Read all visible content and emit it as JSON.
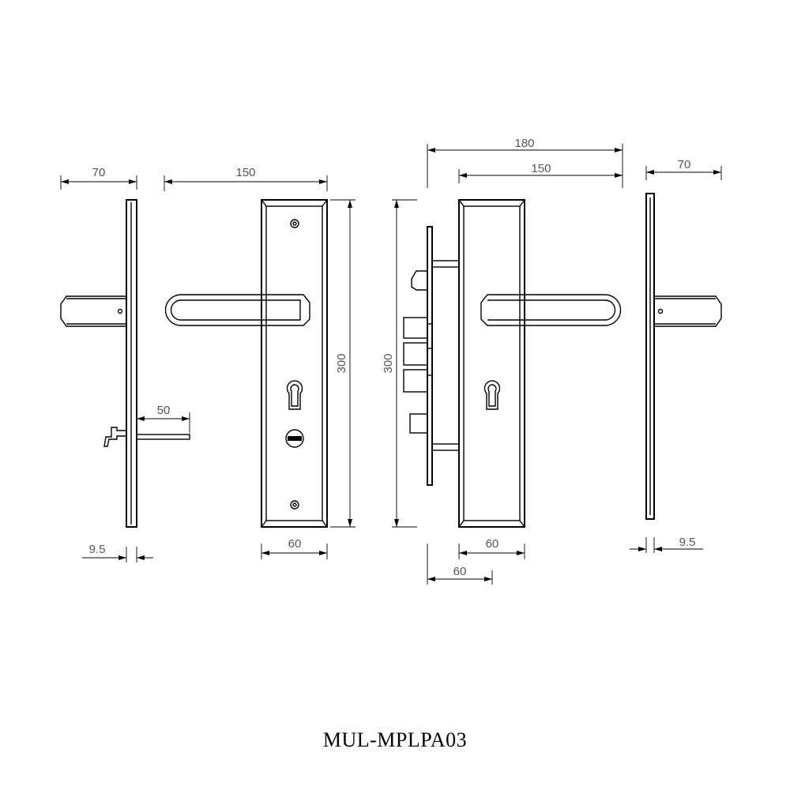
{
  "model_code": "MUL-MPLPA03",
  "dimensions": {
    "left_side_width": "70",
    "left_front_width": "150",
    "left_front_height": "300",
    "spindle_length": "50",
    "left_plate_thickness": "9.5",
    "left_plate_width": "60",
    "right_overall_width": "180",
    "right_front_width": "150",
    "right_height": "300",
    "right_plate_width": "60",
    "backset": "60",
    "right_side_width": "70",
    "right_plate_thickness": "9.5"
  }
}
